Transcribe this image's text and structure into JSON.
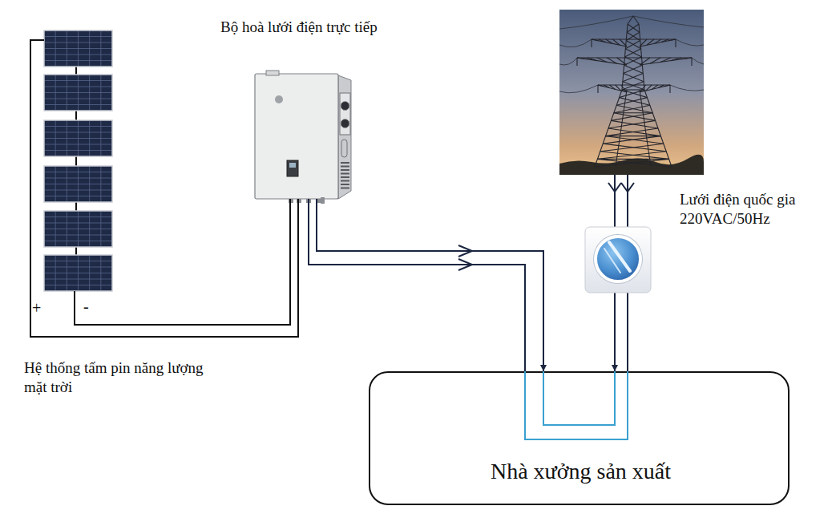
{
  "diagram": {
    "nodes": [
      {
        "text": [
          "Hệ thống tấm pin năng lượng mặt trời"
        ]
      },
      {
        "text": [
          "Bộ hoà lưới điện trực tiếp"
        ]
      },
      {
        "text": [
          "Lưới điện quốc gia 220VAC/50Hz"
        ]
      },
      {
        "text": [
          "Nhà xưởng sản xuất"
        ]
      }
    ],
    "edges": [
      {
        "from": 0,
        "to": 1,
        "arrow": "none"
      },
      {
        "from": 1,
        "to": 3,
        "arrow": "to"
      },
      {
        "from": 2,
        "to": 3,
        "arrow": "to"
      }
    ],
    "labels": [
      "+",
      "-"
    ]
  }
}
